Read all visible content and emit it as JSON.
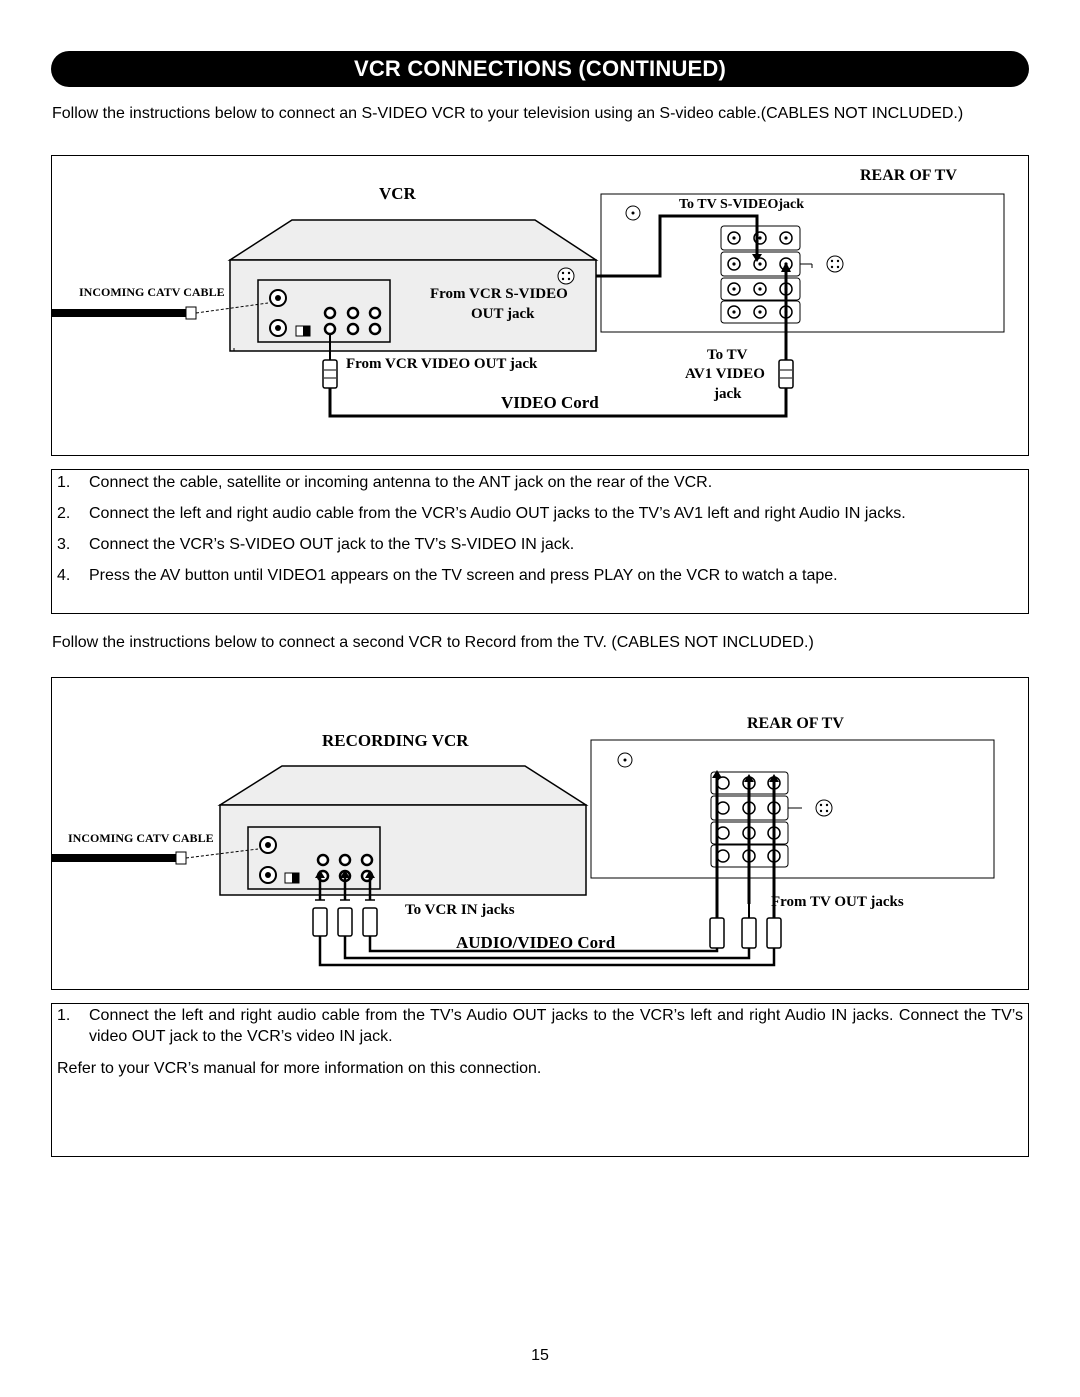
{
  "page": {
    "title": "VCR CONNECTIONS (CONTINUED)",
    "page_number": "15"
  },
  "section1": {
    "intro": "Follow the instructions below to connect an S-VIDEO VCR to your television using an S-video cable.(CABLES NOT INCLUDED.)",
    "diagram": {
      "rear_of_tv": "REAR OF TV",
      "vcr": "VCR",
      "incoming_catv": "INCOMING CATV CABLE",
      "to_tv_svideo": "To TV S-VIDEOjack",
      "from_vcr_svideo_line1": "From VCR S-VIDEO",
      "from_vcr_svideo_line2": "OUT jack",
      "from_vcr_video_out": "From VCR VIDEO OUT jack",
      "to_tv_line1": "To TV",
      "to_tv_line2": "AV1 VIDEO",
      "to_tv_line3": "jack",
      "video_cord": "VIDEO Cord"
    },
    "steps": [
      {
        "num": "1.",
        "text": "Connect the cable, satellite or incoming antenna to the ANT jack on the rear of the VCR."
      },
      {
        "num": "2.",
        "text": "Connect the left and right audio cable from the VCR’s Audio OUT jacks to the TV’s AV1 left and right Audio IN jacks."
      },
      {
        "num": "3.",
        "text": "Connect the VCR’s S-VIDEO OUT jack to the TV’s S-VIDEO IN jack."
      },
      {
        "num": "4.",
        "text": "Press the AV button until VIDEO1 appears on the TV screen and press PLAY on the VCR to watch a tape."
      }
    ]
  },
  "section2": {
    "intro": "Follow the instructions below to connect a second VCR to Record from the TV. (CABLES NOT INCLUDED.)",
    "diagram": {
      "rear_of_tv": "REAR OF TV",
      "recording_vcr": "RECORDING VCR",
      "incoming_catv": "INCOMING CATV CABLE",
      "to_vcr_in": "To VCR IN jacks",
      "from_tv_out": "From TV OUT jacks",
      "av_cord": "AUDIO/VIDEO Cord"
    },
    "steps": [
      {
        "num": "1.",
        "text": "Connect the left and right audio cable from the TV’s Audio OUT jacks to the VCR’s left and right Audio IN jacks. Connect the TV’s video OUT jack to the VCR’s video IN jack."
      }
    ],
    "note": "Refer to your VCR’s manual for more information on this connection."
  }
}
